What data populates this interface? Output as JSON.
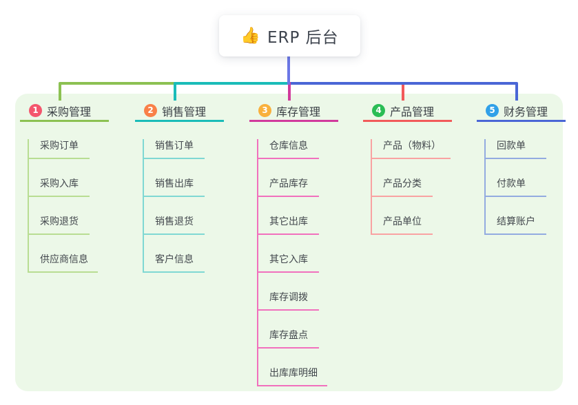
{
  "root": {
    "emoji": "👍",
    "emoji_name": "thumbs-up-emoji",
    "label": "ERP 后台"
  },
  "colors": {
    "page_bg": "#ffffff",
    "panel_bg": "#ecf8e8",
    "root_line": "#6b77e6",
    "title_text": "#3b4046",
    "child_text": "#42474d"
  },
  "branches": [
    {
      "index": "1",
      "title": "采购管理",
      "badge_color": "#f4566d",
      "line_color": "#8cc152",
      "child_line_color": "#b8dd92",
      "children": [
        "采购订单",
        "采购入库",
        "采购退货",
        "供应商信息"
      ]
    },
    {
      "index": "2",
      "title": "销售管理",
      "badge_color": "#f98048",
      "line_color": "#1abcb8",
      "child_line_color": "#7fd8d3",
      "children": [
        "销售订单",
        "销售出库",
        "销售退货",
        "客户信息"
      ]
    },
    {
      "index": "3",
      "title": "库存管理",
      "badge_color": "#f9b03c",
      "line_color": "#d13a9c",
      "child_line_color": "#f170bd",
      "children": [
        "仓库信息",
        "产品库存",
        "其它出库",
        "其它入库",
        "库存调拨",
        "库存盘点",
        "出库库明细"
      ]
    },
    {
      "index": "4",
      "title": "产品管理",
      "badge_color": "#2abd55",
      "line_color": "#f25a5a",
      "child_line_color": "#f9a2a2",
      "children": [
        "产品（物料）",
        "产品分类",
        "产品单位"
      ]
    },
    {
      "index": "5",
      "title": "财务管理",
      "badge_color": "#30a0e8",
      "line_color": "#4a66d6",
      "child_line_color": "#93abe0",
      "children": [
        "回款单",
        "付款单",
        "结算账户"
      ]
    }
  ]
}
